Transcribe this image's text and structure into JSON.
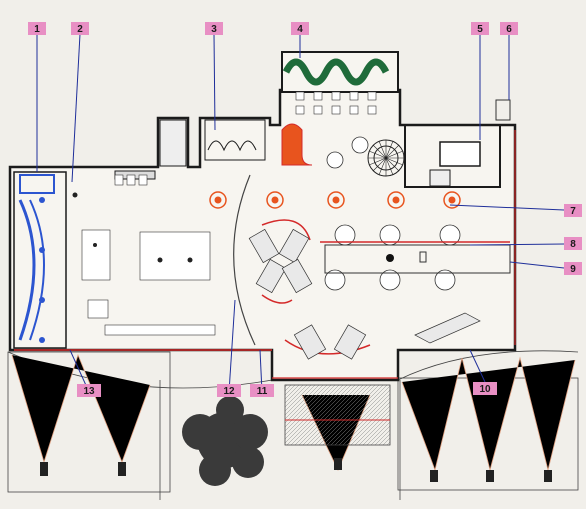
{
  "callouts": [
    {
      "id": "c1",
      "label": "1"
    },
    {
      "id": "c2",
      "label": "2"
    },
    {
      "id": "c3",
      "label": "3"
    },
    {
      "id": "c4",
      "label": "4"
    },
    {
      "id": "c5",
      "label": "5"
    },
    {
      "id": "c6",
      "label": "6"
    },
    {
      "id": "c7",
      "label": "7"
    },
    {
      "id": "c8",
      "label": "8"
    },
    {
      "id": "c9",
      "label": "9"
    },
    {
      "id": "c10",
      "label": "10"
    },
    {
      "id": "c11",
      "label": "11"
    },
    {
      "id": "c12",
      "label": "12"
    },
    {
      "id": "c13",
      "label": "13"
    }
  ],
  "colors": {
    "background": "#f1efea",
    "callout_tag": "#e88fc4",
    "leader_line": "#1f2f9a",
    "wall": "#1b1b1b",
    "red_accent": "#d42a2a",
    "orange_accent": "#e8541e",
    "glazing_blue": "#2c55d0",
    "planter_green": "#1f6b3a",
    "awning_line": "#e0a080"
  },
  "icons": [
    "tree-icon",
    "chandelier-icon",
    "stair-icon",
    "rosette-icon"
  ]
}
